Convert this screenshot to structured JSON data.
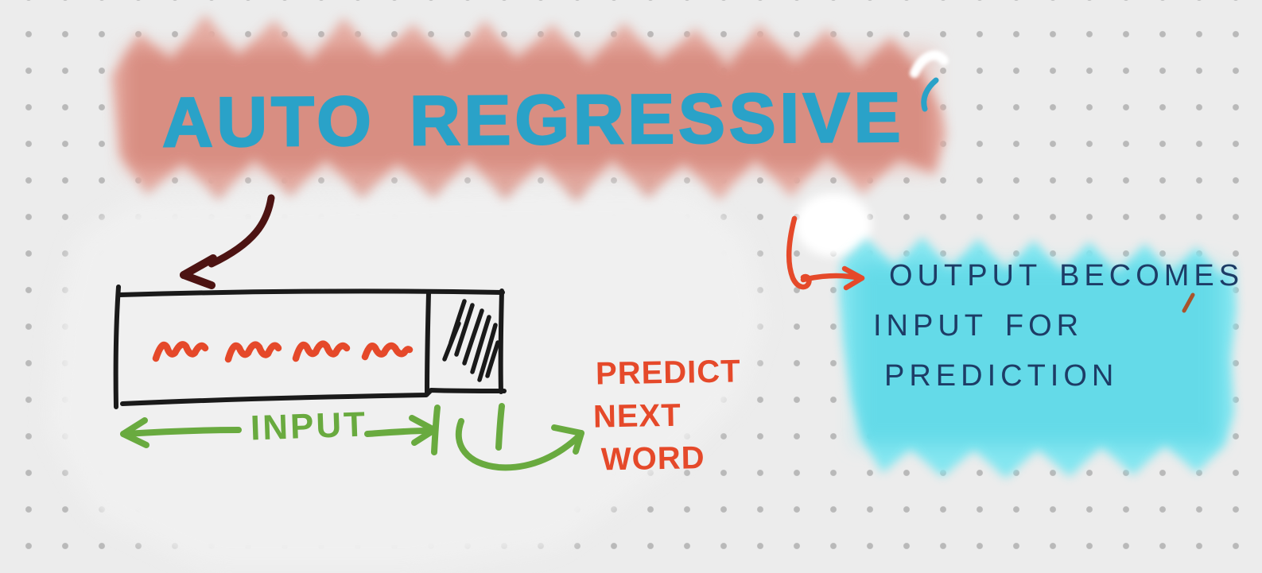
{
  "board": {
    "kind": "hand-drawn whiteboard sketch",
    "title": "AUTO REGRESSIVE"
  },
  "diagram": {
    "input_label": "INPUT",
    "predict": {
      "line1": "PREDICT",
      "line2": "NEXT",
      "line3": "WORD"
    },
    "note": {
      "line1": "OUTPUT BECOMES",
      "line2": "INPUT FOR",
      "line3": "PREDICTION"
    }
  },
  "drawings": {
    "arrow_title_to_box": "curved maroon arrow from title to input box",
    "input_box": "sketched rectangle of input tokens",
    "next_token_cell": "hatched cell for next token",
    "token_squiggles": "orange scribbles standing for words",
    "input_span_arrow": "green double-headed arrow marking input span",
    "predict_arrow": "green curved arrow to prediction label",
    "feedback_hook_arrow": "orange hook arrow: output loops back"
  },
  "colors": {
    "background": "#ececec",
    "grid_dot": "#b9b9b9",
    "title_ink": "#2aa2c8",
    "title_highlight_pink": "#e5aca2",
    "note_highlight_cyan": "#84e6f0",
    "note_ink": "#1d3c66",
    "sketch_ink": "#1a1a1a",
    "accent_orange": "#e5492a",
    "accent_green": "#69aa3f",
    "accent_maroon": "#4d1312",
    "shadow_gray": "#e0e0e0"
  }
}
